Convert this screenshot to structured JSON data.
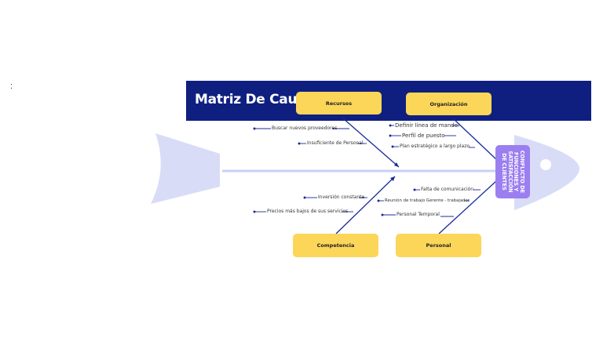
{
  "page": {
    "marker": ":",
    "title": "Matriz De Causa Ishikawa"
  },
  "categories": {
    "recursos": "Recursos",
    "organizacion": "Organización",
    "competencia": "Competencia",
    "personal": "Personal"
  },
  "causes": {
    "buscar_proveedores": "Buscar nuevos proveedores",
    "insuficiente_personal": "Insuficiente de Personal",
    "definir_linea": "Definir línea de mando.",
    "perfil_puesto": "Perfil de puesto",
    "plan_estrategico": "Plan estratégico a largo plazo",
    "inversion_constante": "Inversión constante",
    "precios_bajos": "Precios más bajos de sus servicios",
    "falta_comunicacion": "Falta de comunicación",
    "reunion_trabajo": "Reunión de trabajo Gerente - trabajador",
    "personal_temporal": "Personal Temporal"
  },
  "effect": {
    "label": "CONFLICTO DE FUNCIONES Y SATISFACCIÓN DE CLIENTES"
  },
  "colors": {
    "banner": "#0f1f80",
    "fish_body": "#d8dcf7",
    "category_fill": "#fcd659",
    "effect_fill": "#9b7ff0",
    "arrows": "#1a2b9a",
    "spine": "#c9d0f5"
  }
}
